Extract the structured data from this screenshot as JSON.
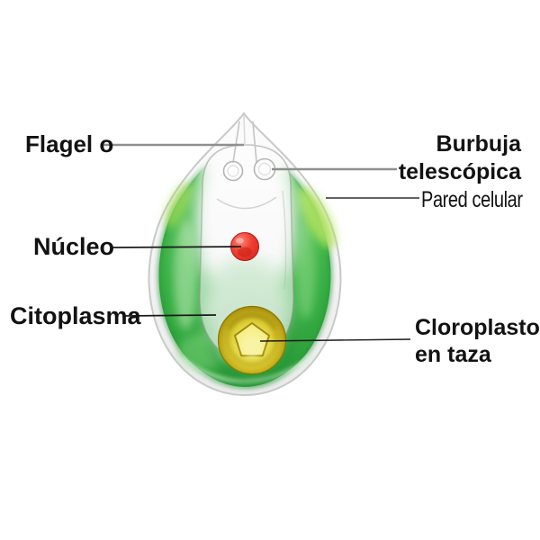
{
  "diagram": {
    "background_color": "#ffffff",
    "labels": {
      "flagelo": "Flagel o",
      "burbuja_line1": "Burbuja",
      "burbuja_line2": "telescópica",
      "pared_celular": "Pared celular",
      "nucleo": "Núcleo",
      "citoplasma": "Citoplasma",
      "cloroplasto_line1": "Cloroplasto",
      "cloroplasto_line2": "en taza"
    },
    "colors": {
      "cell_green": "#3cb44a",
      "cell_green_dark": "#209034",
      "shell_clear": "#f0f0f0",
      "nucleus_red": "#e23125",
      "chloroplast_gold": "#d9c72c",
      "leader_gray": "#8f8f8f",
      "leader_mid": "#4d4d4d",
      "leader_dark": "#1a1a1a",
      "text_color": "#111111"
    }
  }
}
